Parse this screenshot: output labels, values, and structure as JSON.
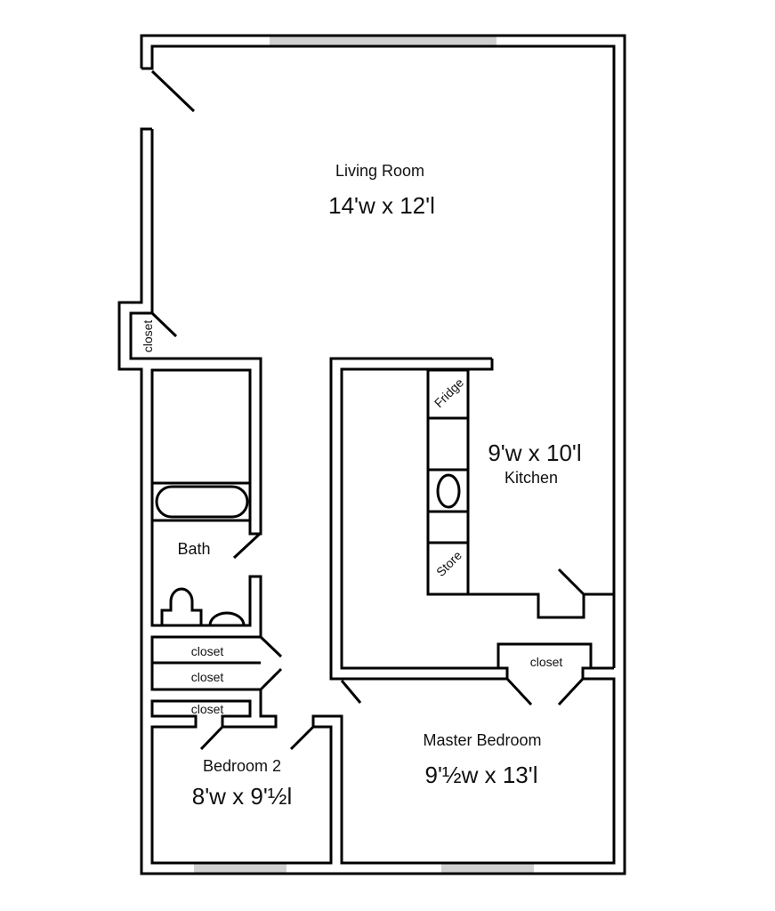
{
  "rooms": {
    "living": {
      "name": "Living Room",
      "size": "14'w x 12'l"
    },
    "kitchen": {
      "name": "Kitchen",
      "size": "9'w x 10'l"
    },
    "bath": {
      "name": "Bath"
    },
    "master": {
      "name": "Master Bedroom",
      "size": "9'½w x 13'l"
    },
    "bedroom2": {
      "name": "Bedroom 2",
      "size": "8'w x 9'½l"
    }
  },
  "fixtures": {
    "fridge": "Fridge",
    "store": "Store",
    "closet": "closet"
  },
  "colors": {
    "wall": "#000000",
    "window": "#d0d0d0"
  }
}
